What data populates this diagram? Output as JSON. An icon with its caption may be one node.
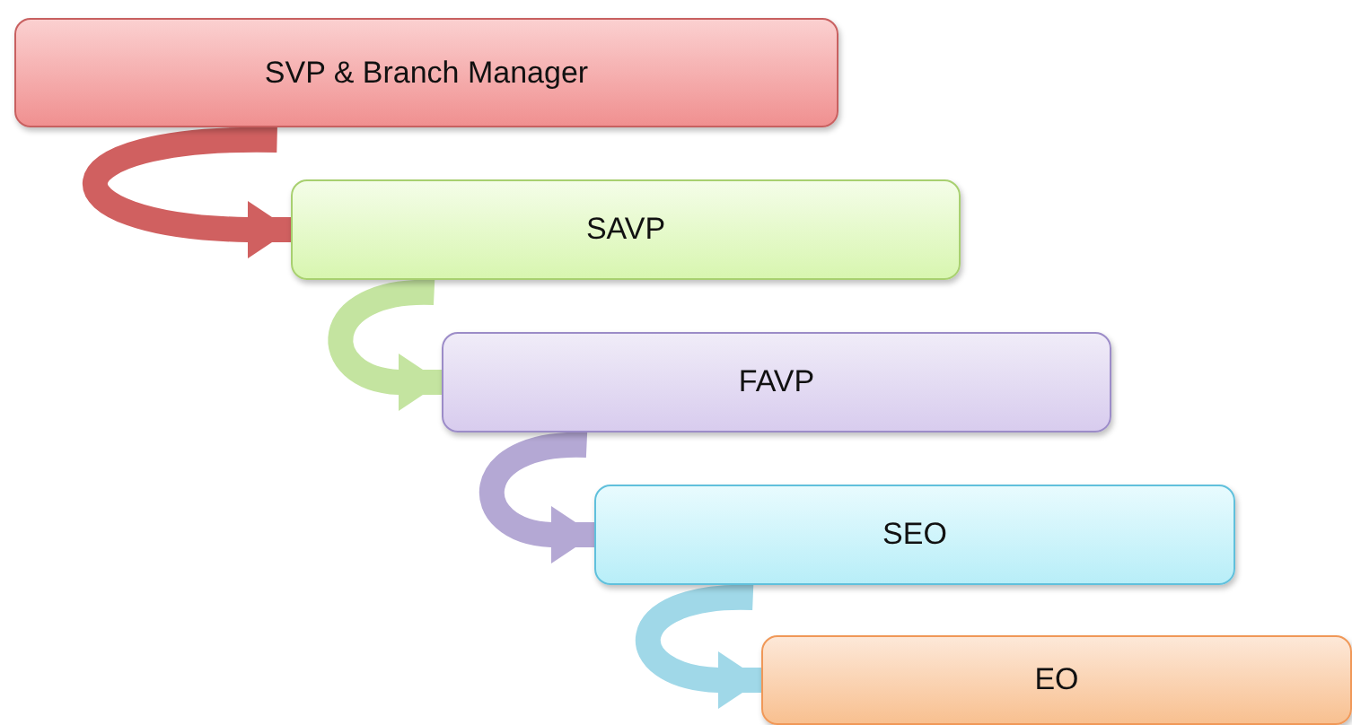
{
  "diagram": {
    "nodes": [
      {
        "text": [
          "SVP & Branch Manager"
        ]
      },
      {
        "text": [
          "SAVP"
        ]
      },
      {
        "text": [
          "FAVP"
        ]
      },
      {
        "text": [
          "SEO"
        ]
      },
      {
        "text": [
          "EO"
        ]
      }
    ],
    "edges": [
      {
        "from": 0,
        "to": 1,
        "arrow": "to",
        "color": "#d06060"
      },
      {
        "from": 1,
        "to": 2,
        "arrow": "to",
        "color": "#c4e4a0"
      },
      {
        "from": 2,
        "to": 3,
        "arrow": "to",
        "color": "#b4a8d4"
      },
      {
        "from": 3,
        "to": 4,
        "arrow": "to",
        "color": "#a0d8e8"
      }
    ]
  }
}
